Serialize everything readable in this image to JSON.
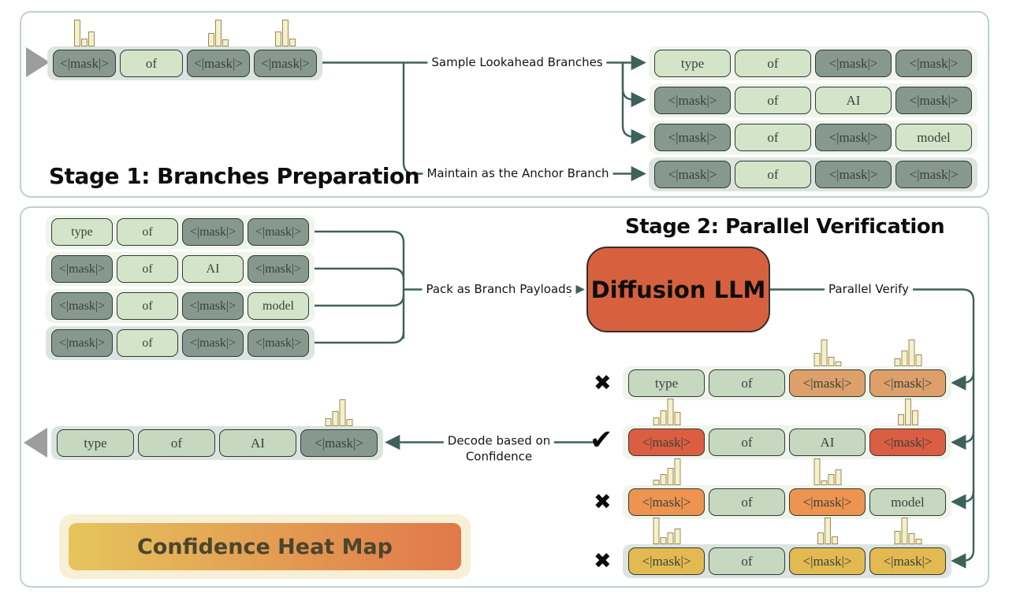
{
  "stage1": {
    "title": "Stage 1: Branches Preparation",
    "labels": {
      "sample": "Sample Lookahead Branches",
      "anchor": "Maintain as the Anchor Branch"
    },
    "input_row": {
      "tokens": [
        {
          "text": "<|mask|>",
          "type": "mask",
          "hist": [
            100,
            30,
            55
          ]
        },
        {
          "text": "of",
          "type": "green"
        },
        {
          "text": "<|mask|>",
          "type": "mask",
          "hist": [
            50,
            100,
            25
          ]
        },
        {
          "text": "<|mask|>",
          "type": "mask",
          "hist": [
            55,
            100,
            30
          ]
        }
      ]
    },
    "branches": [
      {
        "tokens": [
          {
            "text": "type",
            "type": "green"
          },
          {
            "text": "of",
            "type": "green"
          },
          {
            "text": "<|mask|>",
            "type": "mask"
          },
          {
            "text": "<|mask|>",
            "type": "mask"
          }
        ]
      },
      {
        "tokens": [
          {
            "text": "<|mask|>",
            "type": "mask"
          },
          {
            "text": "of",
            "type": "green"
          },
          {
            "text": "AI",
            "type": "green"
          },
          {
            "text": "<|mask|>",
            "type": "mask"
          }
        ]
      },
      {
        "tokens": [
          {
            "text": "<|mask|>",
            "type": "mask"
          },
          {
            "text": "of",
            "type": "green"
          },
          {
            "text": "<|mask|>",
            "type": "mask"
          },
          {
            "text": "model",
            "type": "green"
          }
        ]
      },
      {
        "tokens": [
          {
            "text": "<|mask|>",
            "type": "mask"
          },
          {
            "text": "of",
            "type": "green"
          },
          {
            "text": "<|mask|>",
            "type": "mask"
          },
          {
            "text": "<|mask|>",
            "type": "mask"
          }
        ]
      }
    ]
  },
  "stage2": {
    "title": "Stage 2: Parallel Verification",
    "labels": {
      "pack": "Pack as Branch Payloads",
      "verify": "Parallel Verify",
      "decode_line1": "Decode based on",
      "decode_line2": "Confidence"
    },
    "llm_box_label": "Diffusion LLM",
    "payload_rows": [
      {
        "tokens": [
          {
            "text": "type",
            "type": "green"
          },
          {
            "text": "of",
            "type": "green"
          },
          {
            "text": "<|mask|>",
            "type": "mask"
          },
          {
            "text": "<|mask|>",
            "type": "mask"
          }
        ]
      },
      {
        "tokens": [
          {
            "text": "<|mask|>",
            "type": "mask"
          },
          {
            "text": "of",
            "type": "green"
          },
          {
            "text": "AI",
            "type": "green"
          },
          {
            "text": "<|mask|>",
            "type": "mask"
          }
        ]
      },
      {
        "tokens": [
          {
            "text": "<|mask|>",
            "type": "mask"
          },
          {
            "text": "of",
            "type": "green"
          },
          {
            "text": "<|mask|>",
            "type": "mask"
          },
          {
            "text": "model",
            "type": "green"
          }
        ]
      },
      {
        "tokens": [
          {
            "text": "<|mask|>",
            "type": "mask"
          },
          {
            "text": "of",
            "type": "green"
          },
          {
            "text": "<|mask|>",
            "type": "mask"
          },
          {
            "text": "<|mask|>",
            "type": "mask"
          }
        ]
      }
    ],
    "verify_rows": [
      {
        "mark": "✖",
        "verdict": "rejected",
        "tokens": [
          {
            "text": "type",
            "type": "green2"
          },
          {
            "text": "of",
            "type": "green2"
          },
          {
            "text": "<|mask|>",
            "type": "tan",
            "hist": [
              50,
              100,
              35,
              18
            ]
          },
          {
            "text": "<|mask|>",
            "type": "tan",
            "hist": [
              30,
              60,
              100,
              45
            ]
          }
        ]
      },
      {
        "mark": "✔",
        "verdict": "accepted",
        "tokens": [
          {
            "text": "<|mask|>",
            "type": "red",
            "hist": [
              28,
              55,
              100,
              50
            ]
          },
          {
            "text": "of",
            "type": "green2"
          },
          {
            "text": "AI",
            "type": "green2"
          },
          {
            "text": "<|mask|>",
            "type": "red",
            "hist": [
              40,
              100,
              55
            ]
          }
        ]
      },
      {
        "mark": "✖",
        "verdict": "rejected",
        "tokens": [
          {
            "text": "<|mask|>",
            "type": "orange",
            "hist": [
              20,
              40,
              65,
              100
            ]
          },
          {
            "text": "of",
            "type": "green2"
          },
          {
            "text": "<|mask|>",
            "type": "orange",
            "hist": [
              100,
              18,
              40,
              60
            ]
          },
          {
            "text": "model",
            "type": "green2"
          }
        ]
      },
      {
        "mark": "✖",
        "verdict": "rejected",
        "tokens": [
          {
            "text": "<|mask|>",
            "type": "gold",
            "hist": [
              100,
              25,
              45,
              60
            ]
          },
          {
            "text": "of",
            "type": "green2"
          },
          {
            "text": "<|mask|>",
            "type": "gold",
            "hist": [
              45,
              100,
              30
            ]
          },
          {
            "text": "<|mask|>",
            "type": "gold",
            "hist": [
              50,
              100,
              40,
              22
            ]
          }
        ]
      }
    ],
    "decoded_row": {
      "tokens": [
        {
          "text": "type",
          "type": "green2"
        },
        {
          "text": "of",
          "type": "green2"
        },
        {
          "text": "AI",
          "type": "green2"
        },
        {
          "text": "<|mask|>",
          "type": "mask",
          "hist": [
            30,
            55,
            100,
            25
          ]
        }
      ]
    },
    "heatmap_label": "Confidence Heat Map"
  },
  "colors": {
    "connector_line": "#3e6159",
    "panel_border": "#c0d1c8",
    "mask_token": "#87998f",
    "text_token_green": "#d4e4c9",
    "text_token_green_muted": "#c6d8c0",
    "heat_tan": "#dda06a",
    "heat_red": "#dc5e42",
    "heat_orange": "#ed9550",
    "heat_gold": "#e3ba52",
    "llm_box": "#d7613e",
    "heatmap_gradient_start": "#e5c55c",
    "heatmap_gradient_end": "#e1784a",
    "histogram_bar": "#f7f0c6"
  }
}
